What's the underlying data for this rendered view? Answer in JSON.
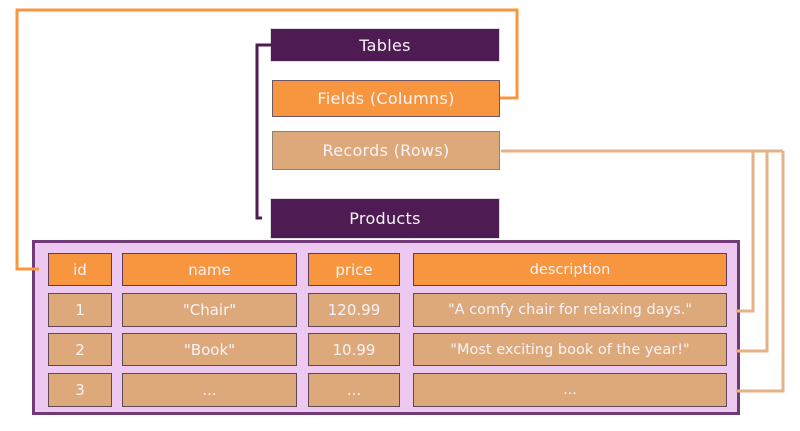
{
  "colors": {
    "wire_orange": "#f8963f",
    "wire_purple": "#4e1b52",
    "wire_tan": "#e7b286",
    "box_purple": "#4e1b52",
    "box_orange": "#f8963f",
    "box_tan": "#dda97a",
    "panel_pink": "#edc9f2",
    "panel_border": "#6f3a76",
    "text_light": "#f8f3f8"
  },
  "legend": {
    "tables_label": "Tables",
    "fields_label": "Fields (Columns)",
    "records_label": "Records (Rows)"
  },
  "products_table": {
    "title": "Products",
    "columns": [
      "id",
      "name",
      "price",
      "description"
    ],
    "rows": [
      [
        "1",
        "\"Chair\"",
        "120.99",
        "\"A comfy chair for relaxing days.\""
      ],
      [
        "2",
        "\"Book\"",
        "10.99",
        "\"Most exciting book of the year!\""
      ],
      [
        "3",
        "...",
        "...",
        "..."
      ]
    ]
  }
}
